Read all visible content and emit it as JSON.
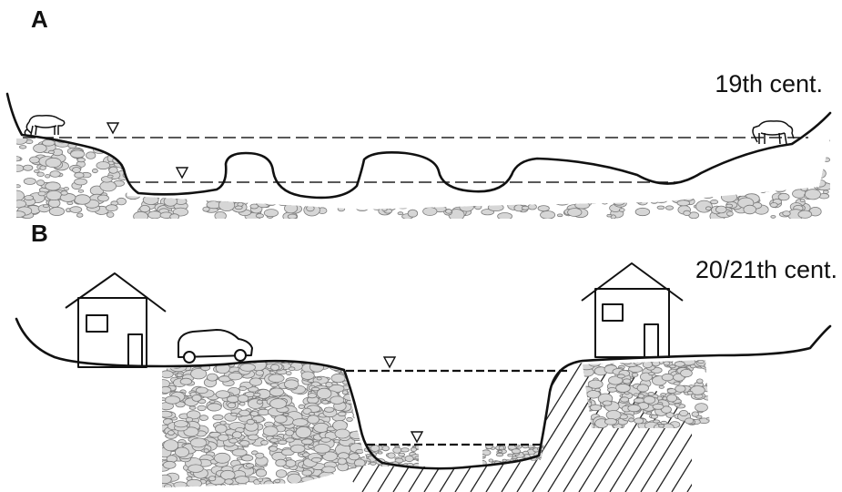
{
  "panel_a": {
    "letter": "A",
    "era": "19th cent."
  },
  "panel_b": {
    "letter": "B",
    "era": "20/21th cent."
  },
  "colors": {
    "gravel_fill": "#d6d6d6",
    "gravel_stroke": "#7a7a7a",
    "outline": "#111111"
  },
  "icons": [
    "cow-icon",
    "house-icon",
    "car-icon",
    "water-level-triangle-icon"
  ]
}
